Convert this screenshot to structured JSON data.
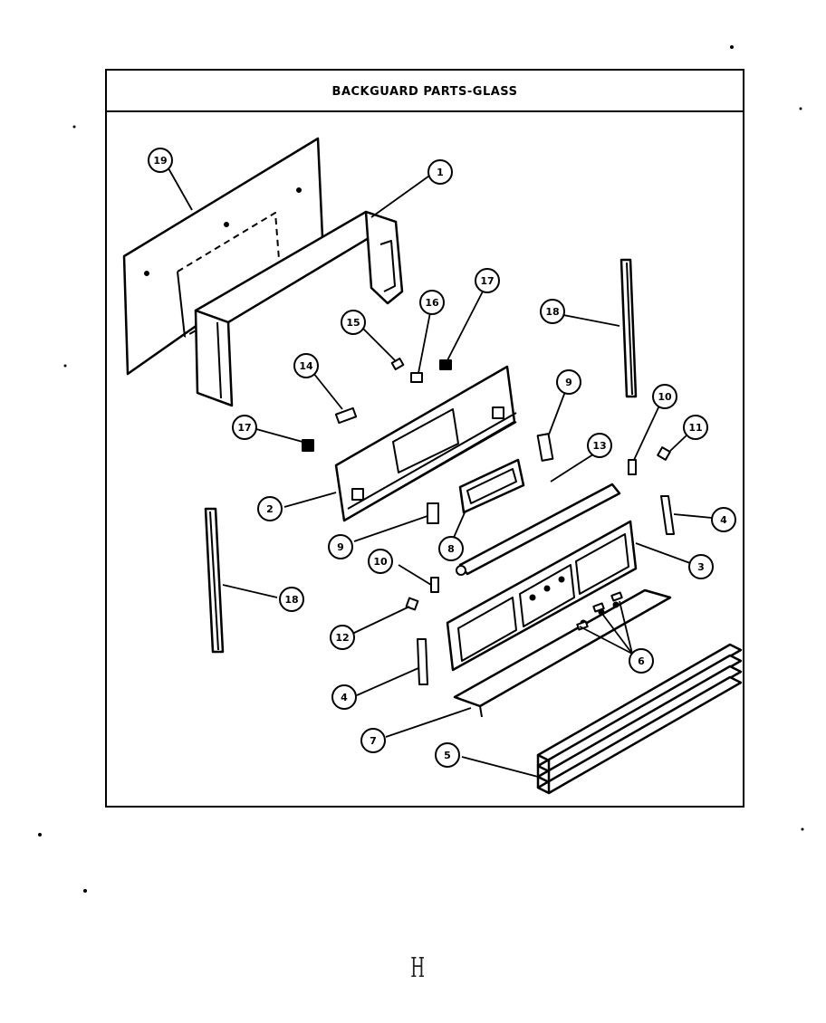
{
  "title": "BACKGUARD PARTS-GLASS",
  "footer_mark": "H",
  "callouts": [
    {
      "id": "c19a",
      "label": "19"
    },
    {
      "id": "c1",
      "label": "1"
    },
    {
      "id": "c15",
      "label": "15"
    },
    {
      "id": "c16",
      "label": "16"
    },
    {
      "id": "c17a",
      "label": "17"
    },
    {
      "id": "c18a",
      "label": "18"
    },
    {
      "id": "c14",
      "label": "14"
    },
    {
      "id": "c9a",
      "label": "9"
    },
    {
      "id": "c10a",
      "label": "10"
    },
    {
      "id": "c11",
      "label": "11"
    },
    {
      "id": "c17b",
      "label": "17"
    },
    {
      "id": "c13",
      "label": "13"
    },
    {
      "id": "c2",
      "label": "2"
    },
    {
      "id": "c4a",
      "label": "4"
    },
    {
      "id": "c9b",
      "label": "9"
    },
    {
      "id": "c8",
      "label": "8"
    },
    {
      "id": "c3",
      "label": "3"
    },
    {
      "id": "c10b",
      "label": "10"
    },
    {
      "id": "c18b",
      "label": "18"
    },
    {
      "id": "c12",
      "label": "12"
    },
    {
      "id": "c6",
      "label": "6"
    },
    {
      "id": "c4b",
      "label": "4"
    },
    {
      "id": "c7",
      "label": "7"
    },
    {
      "id": "c5",
      "label": "5"
    }
  ]
}
